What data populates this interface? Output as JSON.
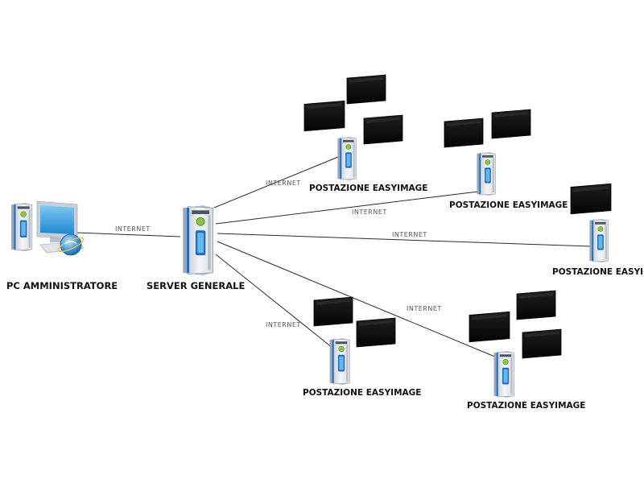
{
  "nodes": {
    "admin": {
      "label": "PC AMMINISTRATORE"
    },
    "server": {
      "label": "SERVER GENERALE"
    },
    "stations": [
      {
        "label": "POSTAZIONE EASYIMAGE",
        "monitors": 3
      },
      {
        "label": "POSTAZIONE EASYIMAGE",
        "monitors": 2
      },
      {
        "label": "POSTAZIONE EASYIMAGE",
        "monitors": 1
      },
      {
        "label": "POSTAZIONE EASYIMAGE",
        "monitors": 2
      },
      {
        "label": "POSTAZIONE EASYIMAGE",
        "monitors": 3
      }
    ]
  },
  "links": [
    {
      "from": "admin",
      "to": "server",
      "label": "INTERNET"
    },
    {
      "from": "server",
      "to": "stations.0",
      "label": "INTERNET"
    },
    {
      "from": "server",
      "to": "stations.1",
      "label": "INTERNET"
    },
    {
      "from": "server",
      "to": "stations.2",
      "label": "INTERNET"
    },
    {
      "from": "server",
      "to": "stations.3",
      "label": "INTERNET"
    },
    {
      "from": "server",
      "to": "stations.4",
      "label": "INTERNET"
    }
  ],
  "colors": {
    "tower_body": "#e3e7ee",
    "tower_side": "#bcc4d0",
    "tower_accent": "#1f6fc0",
    "power_led": "#8cc63f",
    "monitor": "#141414",
    "screen_blue": "#3aa5e6"
  }
}
